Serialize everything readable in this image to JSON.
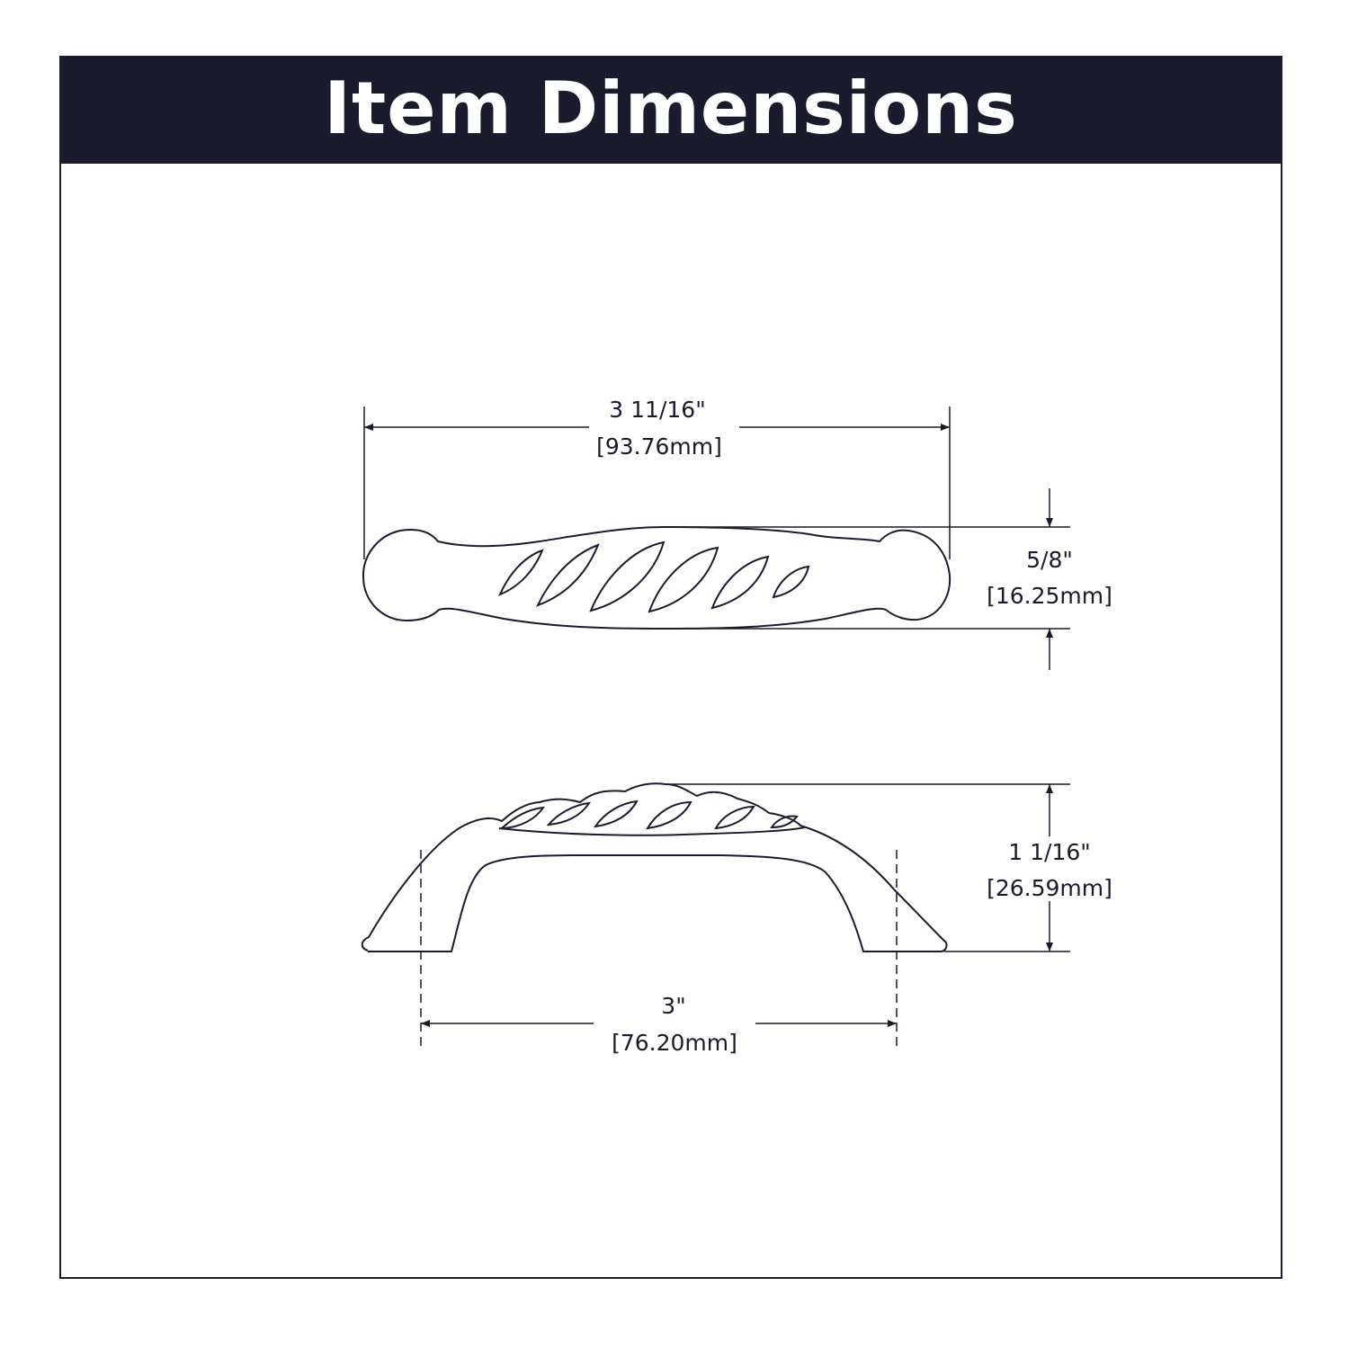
{
  "header": {
    "title": "Item Dimensions"
  },
  "dimensions": {
    "overall_length": {
      "imperial": "3 11/16\"",
      "metric": "[93.76mm]"
    },
    "width": {
      "imperial": "5/8\"",
      "metric": "[16.25mm]"
    },
    "height": {
      "imperial": "1 1/16\"",
      "metric": "[26.59mm]"
    },
    "center_to_center": {
      "imperial": "3\"",
      "metric": "[76.20mm]"
    }
  },
  "colors": {
    "header_background": "#1a1c2e",
    "header_text": "#ffffff",
    "line": "#1a1c2e"
  }
}
